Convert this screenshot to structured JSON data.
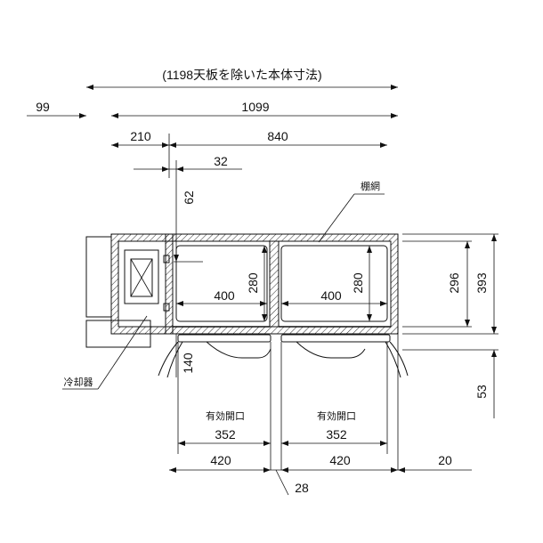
{
  "title_note": "(1198天板を除いた本体寸法)",
  "dimensions": {
    "overall_body": "1099",
    "left_offset": "99",
    "left_section": "210",
    "inner_width": "840",
    "step": "32",
    "top_gap": "62",
    "inner_depth_1": "280",
    "inner_depth_2": "280",
    "shelf_width_1": "400",
    "shelf_width_2": "400",
    "depth_296": "296",
    "depth_393": "393",
    "door_140": "140",
    "bottom_53": "53",
    "opening_1": "352",
    "opening_2": "352",
    "door_width_1": "420",
    "door_width_2": "420",
    "right_20": "20",
    "center_28": "28"
  },
  "labels": {
    "net": "棚網",
    "cooler": "冷却器",
    "opening_1": "有効開口",
    "opening_2": "有効開口"
  }
}
